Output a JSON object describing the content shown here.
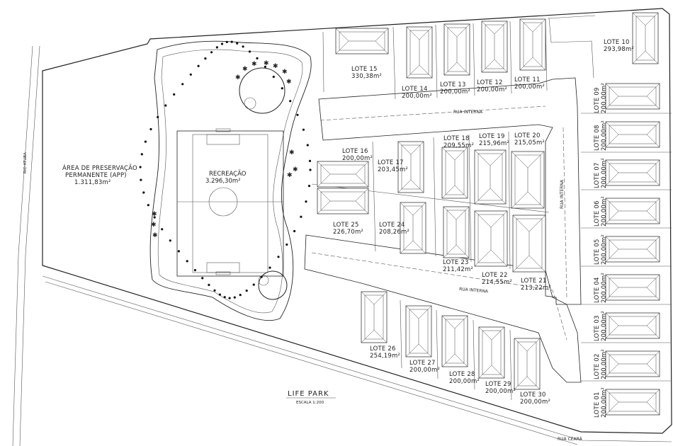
{
  "app_area": {
    "name": "ÁREA DE PRESERVAÇÃO",
    "name2": "PERMANENTE (APP)",
    "area": "1.311,83m²"
  },
  "recreation": {
    "name": "RECREAÇÃO",
    "area": "3.296,30m²"
  },
  "roads": {
    "internal_1": "RUA INTERNA",
    "internal_2": "RUA INTERNA",
    "internal_3": "RUA INTERNA",
    "ceara": "RUA CEARÁ",
    "river": "RIO ATUBA"
  },
  "title": {
    "main": "LIFE PARK",
    "scale": "ESCALA 1:200"
  },
  "lots": [
    {
      "id": "lote-15",
      "label": "LOTE 15",
      "area": "330,38m²"
    },
    {
      "id": "lote-14",
      "label": "LOTE 14",
      "area": "200,00m²"
    },
    {
      "id": "lote-13",
      "label": "LOTE 13",
      "area": "200,00m²"
    },
    {
      "id": "lote-12",
      "label": "LOTE 12",
      "area": "200,00m²"
    },
    {
      "id": "lote-11",
      "label": "LOTE 11",
      "area": "200,00m²"
    },
    {
      "id": "lote-10",
      "label": "LOTE 10",
      "area": "293,98m²"
    },
    {
      "id": "lote-16",
      "label": "LOTE 16",
      "area": "200,00m²"
    },
    {
      "id": "lote-17",
      "label": "LOTE 17",
      "area": "203,45m²"
    },
    {
      "id": "lote-18",
      "label": "LOTE 18",
      "area": "209,55m²"
    },
    {
      "id": "lote-19",
      "label": "LOTE 19",
      "area": "215,96m²"
    },
    {
      "id": "lote-20",
      "label": "LOTE 20",
      "area": "215,05m²"
    },
    {
      "id": "lote-25",
      "label": "LOTE 25",
      "area": "226,70m²"
    },
    {
      "id": "lote-24",
      "label": "LOTE 24",
      "area": "208,26m²"
    },
    {
      "id": "lote-23",
      "label": "LOTE 23",
      "area": "211,42m²"
    },
    {
      "id": "lote-22",
      "label": "LOTE 22",
      "area": "214,55m²"
    },
    {
      "id": "lote-21",
      "label": "LOTE 21",
      "area": "213,22m²"
    },
    {
      "id": "lote-26",
      "label": "LOTE 26",
      "area": "254,19m²"
    },
    {
      "id": "lote-27",
      "label": "LOTE 27",
      "area": "200,00m²"
    },
    {
      "id": "lote-28",
      "label": "LOTE 28",
      "area": "200,00m²"
    },
    {
      "id": "lote-29",
      "label": "LOTE 29",
      "area": "200,00m²"
    },
    {
      "id": "lote-30",
      "label": "LOTE 30",
      "area": "200,00m²"
    },
    {
      "id": "lote-09",
      "label": "LOTE 09",
      "area": "200,00m²"
    },
    {
      "id": "lote-08",
      "label": "LOTE 08",
      "area": "200,00m²"
    },
    {
      "id": "lote-07",
      "label": "LOTE 07",
      "area": "200,00m²"
    },
    {
      "id": "lote-06",
      "label": "LOTE 06",
      "area": "200,00m²"
    },
    {
      "id": "lote-05",
      "label": "LOTE 05",
      "area": "200,00m²"
    },
    {
      "id": "lote-04",
      "label": "LOTE 04",
      "area": "200,00m²"
    },
    {
      "id": "lote-03",
      "label": "LOTE 03",
      "area": "200,00m²"
    },
    {
      "id": "lote-02",
      "label": "LOTE 02",
      "area": "200,00m²"
    },
    {
      "id": "lote-01",
      "label": "LOTE 01",
      "area": "200,00m²"
    }
  ]
}
